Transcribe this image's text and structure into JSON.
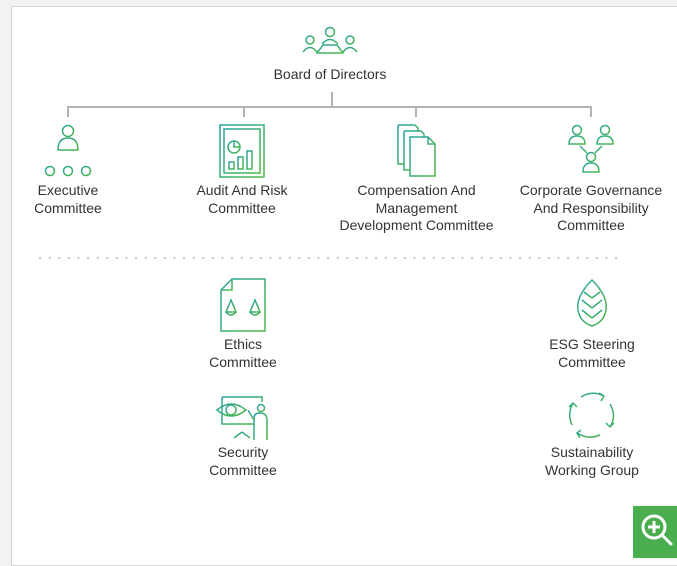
{
  "board": {
    "label": "Board of Directors",
    "icon": "board-meeting-icon"
  },
  "committees": [
    {
      "lines": [
        "Executive",
        "Committee"
      ],
      "icon": "org-chart-person-icon"
    },
    {
      "lines": [
        "Audit And Risk",
        "Committee"
      ],
      "icon": "report-chart-icon"
    },
    {
      "lines": [
        "Compensation And",
        "Management",
        "Development Committee"
      ],
      "icon": "stacked-documents-icon"
    },
    {
      "lines": [
        "Corporate Governance",
        "And Responsibility",
        "Committee"
      ],
      "icon": "people-network-icon"
    }
  ],
  "other_committees": [
    {
      "lines": [
        "Ethics",
        "Committee"
      ],
      "icon": "scales-document-icon"
    },
    {
      "lines": [
        "ESG Steering",
        "Committee"
      ],
      "icon": "leaf-icon"
    },
    {
      "lines": [
        "Security",
        "Committee"
      ],
      "icon": "eye-presentation-icon"
    },
    {
      "lines": [
        "Sustainability",
        "Working Group"
      ],
      "icon": "recycle-arrows-icon"
    }
  ],
  "zoom_button": {
    "icon": "zoom-in-icon"
  },
  "colors": {
    "icon_green": "#4db848",
    "icon_teal": "#2aa3a0",
    "connector": "#b3b3b3",
    "zoom_bg": "#4aae4f"
  }
}
